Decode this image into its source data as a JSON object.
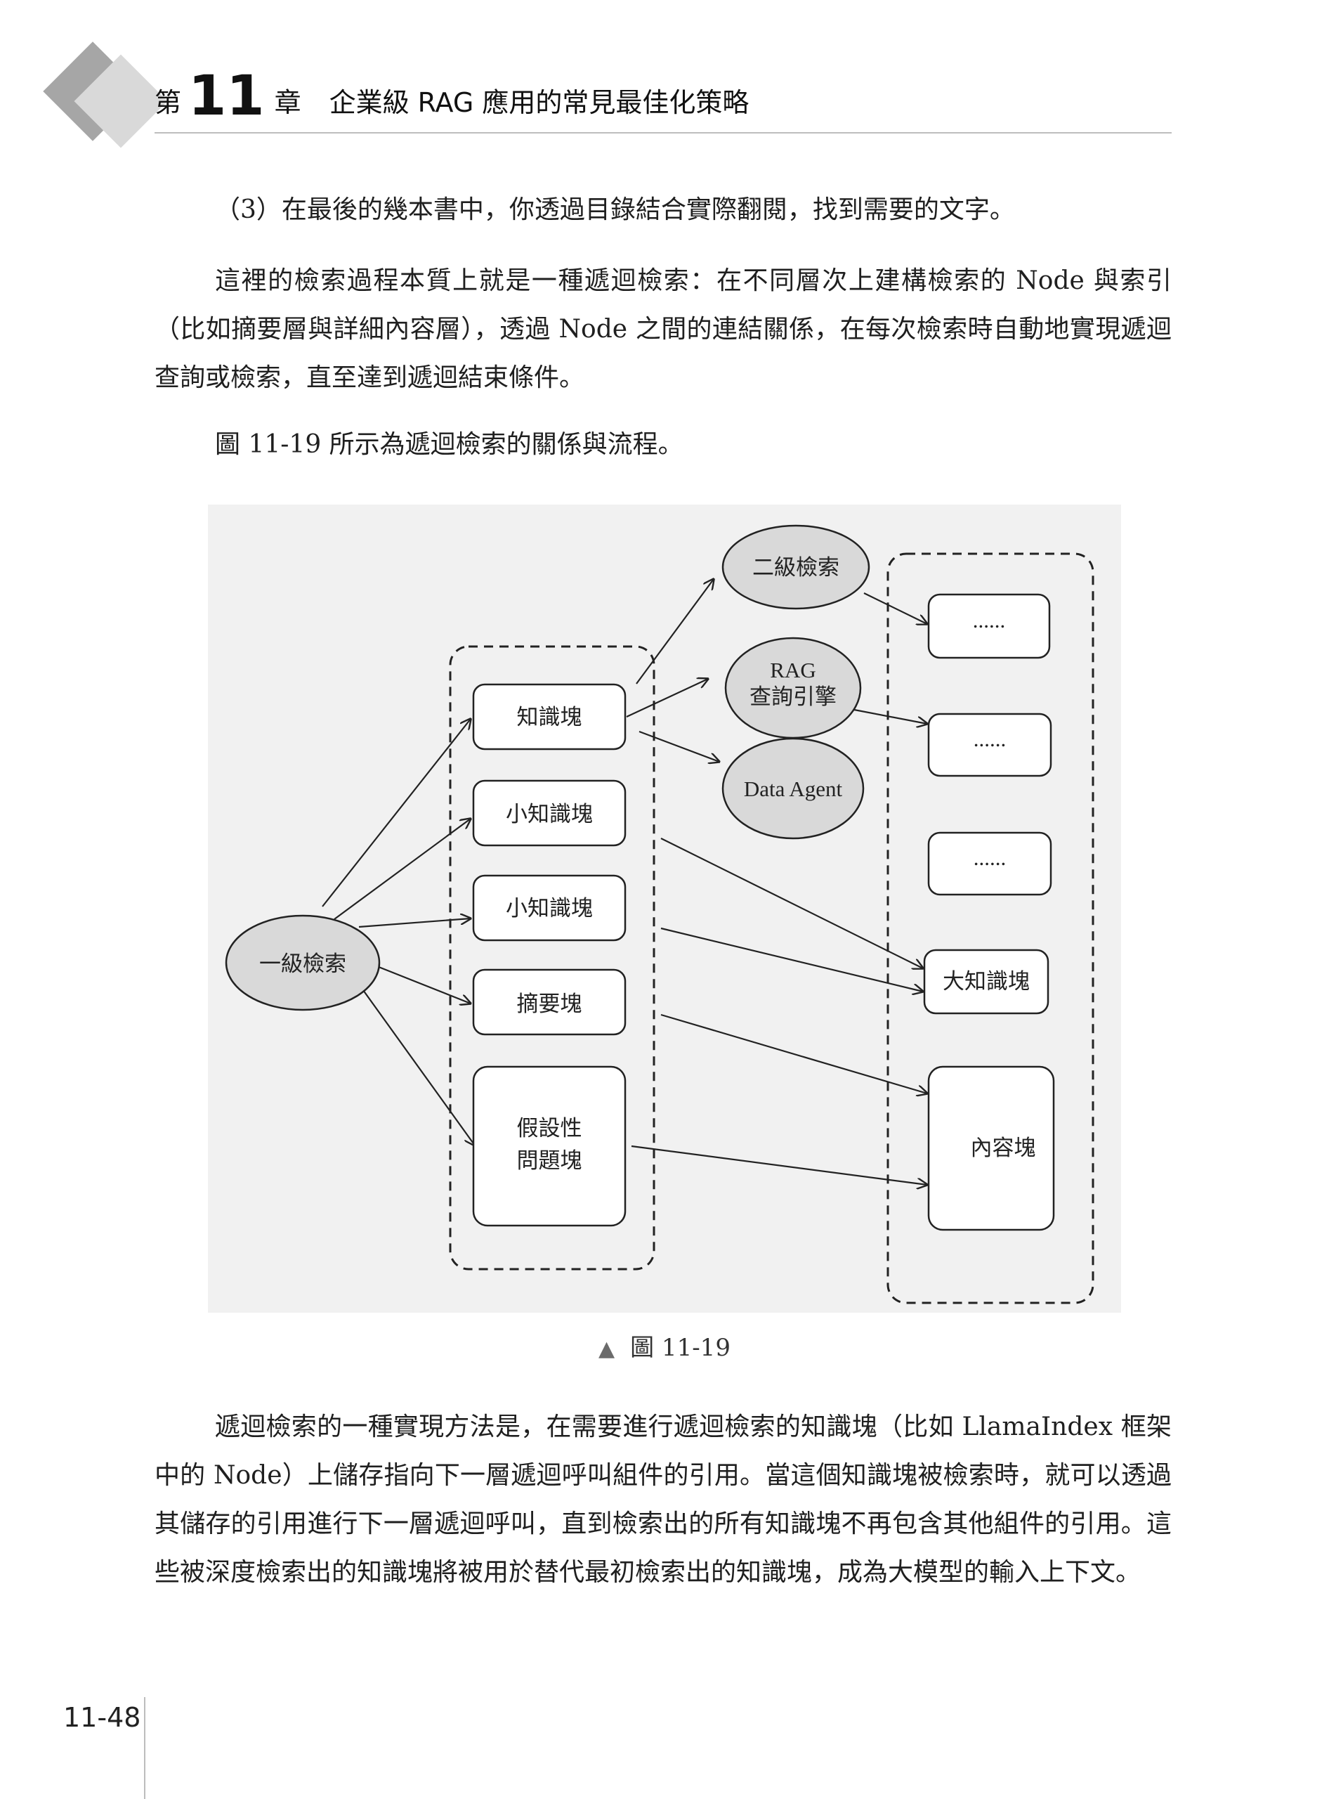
{
  "header": {
    "chapter_label": "第",
    "chapter_number": "11",
    "chapter_word": "章",
    "chapter_title": "企業級 RAG 應用的常見最佳化策略"
  },
  "paragraphs": {
    "p1": "（3）在最後的幾本書中，你透過目錄結合實際翻閱，找到需要的文字。",
    "p2": "這裡的檢索過程本質上就是一種遞迴檢索：在不同層次上建構檢索的 Node 與索引（比如摘要層與詳細內容層），透過 Node 之間的連結關係，在每次檢索時自動地實現遞迴查詢或檢索，直至達到遞迴結束條件。",
    "p3": "圖 11-19 所示為遞迴檢索的關係與流程。",
    "p4": "遞迴檢索的一種實現方法是，在需要進行遞迴檢索的知識塊（比如 LlamaIndex 框架中的 Node）上儲存指向下一層遞迴呼叫組件的引用。當這個知識塊被檢索時，就可以透過其儲存的引用進行下一層遞迴呼叫，直到檢索出的所有知識塊不再包含其他組件的引用。這些被深度檢索出的知識塊將被用於替代最初檢索出的知識塊，成為大模型的輸入上下文。"
  },
  "figure": {
    "root": "一級檢索",
    "chunks": [
      "知識塊",
      "小知識塊",
      "小知識塊",
      "摘要塊",
      "假設性\n問題塊"
    ],
    "secondary": [
      "二級檢索",
      "RAG\n查詢引擎",
      "Data Agent"
    ],
    "targets": [
      "......",
      "......",
      "......",
      "大知識塊",
      "內容塊"
    ],
    "caption_marker": "▲",
    "caption": "圖 11-19"
  },
  "page_number": "11-48"
}
